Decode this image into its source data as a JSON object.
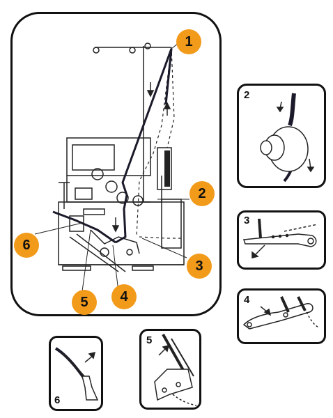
{
  "badges": {
    "b1": "1",
    "b2": "2",
    "b3": "3",
    "b4": "4",
    "b5": "5",
    "b6": "6"
  },
  "panels": {
    "p2": "2",
    "p3": "3",
    "p4": "4",
    "p5": "5",
    "p6": "6"
  },
  "colors": {
    "badge": "#f29a1a",
    "line": "#111111",
    "thread": "#1a1a2a"
  }
}
